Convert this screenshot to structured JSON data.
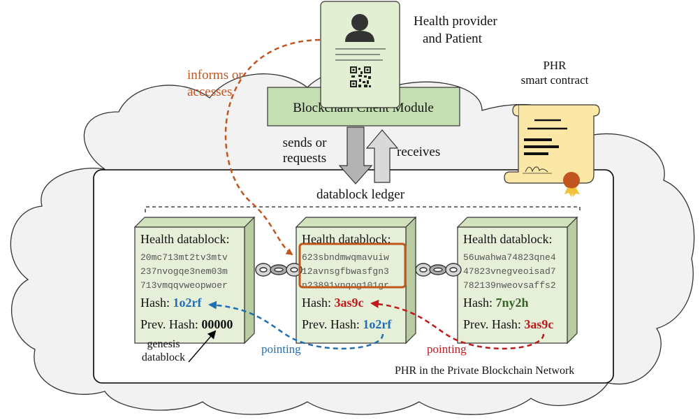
{
  "actor": {
    "label_line1": "Health provider",
    "label_line2": "and Patient",
    "icon": "person-id-card-icon"
  },
  "client_module": {
    "label": "Blockchain Client Module"
  },
  "contract": {
    "label_line1": "PHR",
    "label_line2": "smart contract",
    "icon": "scroll-certificate-icon"
  },
  "flows": {
    "informs_line1": "informs or",
    "informs_line2": "accesses",
    "sends_line1": "sends or",
    "sends_line2": "requests",
    "receives": "receives"
  },
  "ledger_label": "datablock ledger",
  "network_label": "PHR in the Private Blockchain Network",
  "blocks": [
    {
      "title": "Health datablock:",
      "data": [
        "20mc713mt2tv3mtv",
        "237nvogqe3nem03m",
        "713vmqqvweopwoer"
      ],
      "hash_label": "Hash:",
      "hash": "1o2rf",
      "prev_label": "Prev. Hash:",
      "prev_hash": "00000"
    },
    {
      "title": "Health datablock:",
      "data": [
        "623sbndmwqmavuiw",
        "12avnsgfbwasfgn3",
        "n23891vnqog101gr"
      ],
      "hash_label": "Hash:",
      "hash": "3as9c",
      "prev_label": "Prev. Hash:",
      "prev_hash": "1o2rf"
    },
    {
      "title": "Health datablock:",
      "data": [
        "56uwahwa74823qne4",
        "47823vnegveoisad7",
        "782139nweovsaffs2"
      ],
      "hash_label": "Hash:",
      "hash": "7ny2h",
      "prev_label": "Prev. Hash:",
      "prev_hash": "3as9c"
    }
  ],
  "genesis_line1": "genesis",
  "genesis_line2": "datablock",
  "pointing_left": "pointing",
  "pointing_right": "pointing",
  "colors": {
    "orange": "#c0561e",
    "blue": "#1f6fb5",
    "red": "#c0191c",
    "green": "#38612a",
    "block_front": "#e6f0d8",
    "block_side": "#b9cba0",
    "module": "#c6dfb2"
  }
}
